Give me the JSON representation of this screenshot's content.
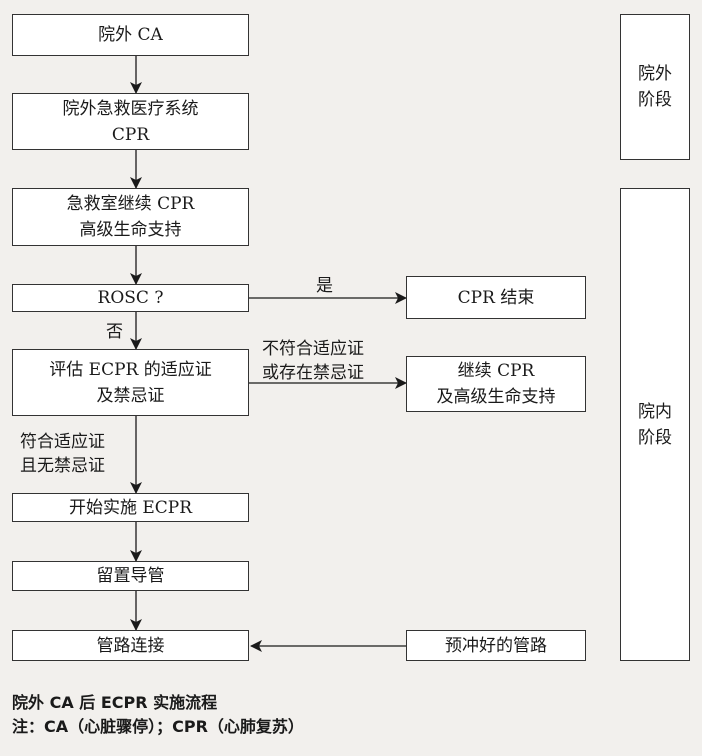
{
  "boxes": {
    "out_ca": [
      "院外 CA"
    ],
    "ems_cpr": [
      "院外急救医疗系统",
      "CPR"
    ],
    "er_cpr": [
      "急救室继续 CPR",
      "高级生命支持"
    ],
    "rosc": [
      "ROSC ?"
    ],
    "assess": [
      "评估 ECPR 的适应证",
      "及禁忌证"
    ],
    "start_ecpr": [
      "开始实施 ECPR"
    ],
    "catheter": [
      "留置导管"
    ],
    "connect": [
      "管路连接"
    ],
    "cpr_end": [
      "CPR 结束"
    ],
    "continue_cpr": [
      "继续 CPR",
      "及高级生命支持"
    ],
    "primed": [
      "预冲好的管路"
    ]
  },
  "stages": {
    "out": [
      "院外",
      "阶段"
    ],
    "in": [
      "院内",
      "阶段"
    ]
  },
  "labels": {
    "yes": "是",
    "no": "否",
    "not_indicated": [
      "不符合适应证",
      "或存在禁忌证"
    ],
    "indicated": [
      "符合适应证",
      "且无禁忌证"
    ]
  },
  "caption": {
    "title": "院外 CA 后 ECPR 实施流程",
    "note": "注：CA（心脏骤停）；CPR（心肺复苏）"
  }
}
